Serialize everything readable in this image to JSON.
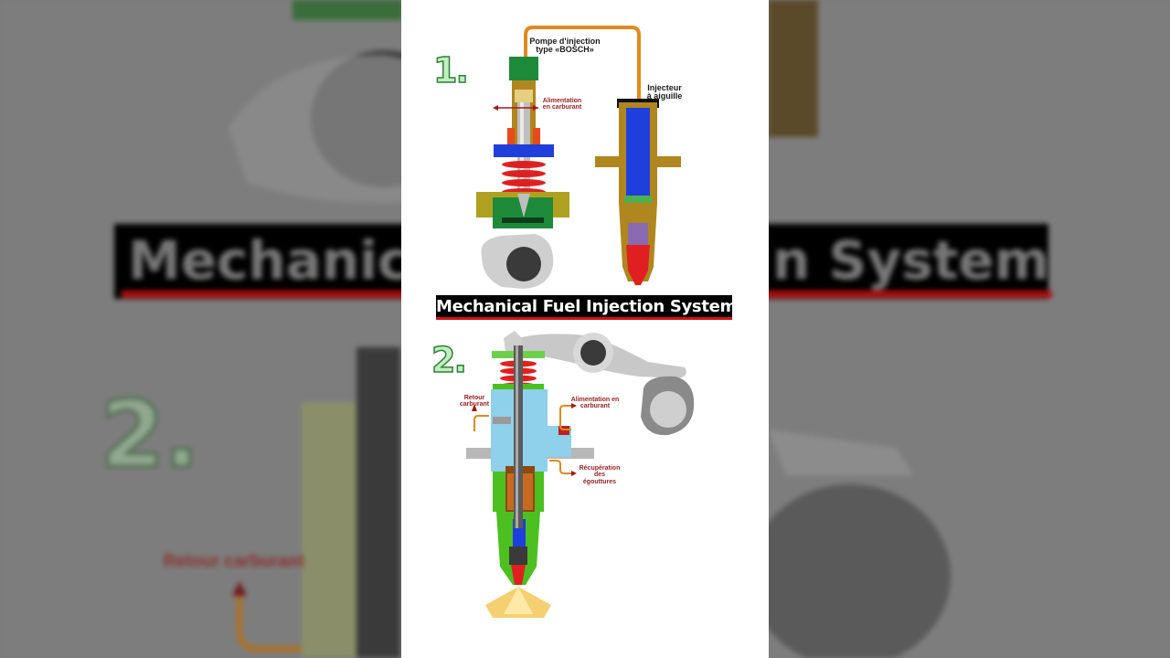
{
  "title": "Mechanical Fuel Injection System",
  "background_title_fragments": {
    "left": "Mechanica",
    "right": "n System"
  },
  "background_labels": {
    "number": "2.",
    "retour": "Retour carburant"
  },
  "step1": {
    "number": "1.",
    "pump_label": "Pompe d'injection type «BOSCH»",
    "injector_label": "Injecteur à aiguille",
    "feed_label": "Alimentation en carburant"
  },
  "step2": {
    "number": "2.",
    "return_label": "Retour carburant",
    "feed_label": "Alimentation en carburant",
    "leak_label": "Récupération des égouttures"
  },
  "colors": {
    "fuel_line": "#e08a1e",
    "feed_arrow": "#a01818",
    "title_underline": "#d21010",
    "pump_green": "#1d8a3a",
    "injector_body": "#b0861f",
    "needle_blue": "#1f3fdc",
    "spring_red": "#e02020",
    "light_blue": "#8fd0ea",
    "cam_grey": "#9a9a9a"
  }
}
